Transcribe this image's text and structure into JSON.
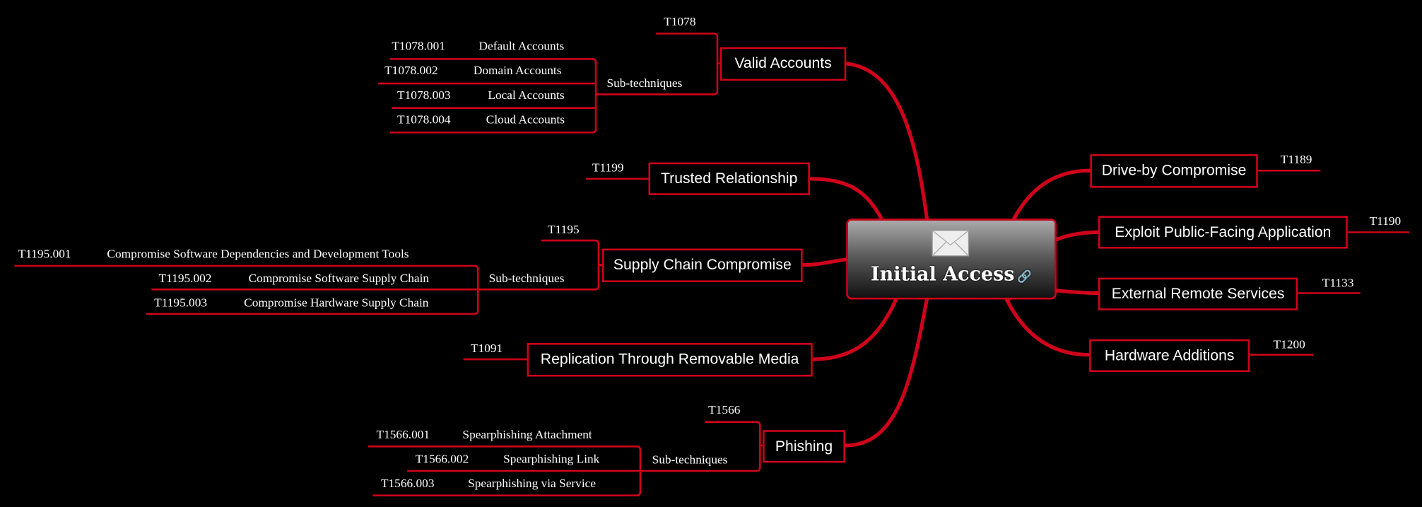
{
  "root": {
    "title": "Initial Access",
    "icon": "envelope-icon",
    "link_icon": "link-icon"
  },
  "colors": {
    "accent": "#d0021b",
    "background": "#000000"
  },
  "left": {
    "valid_accounts": {
      "label": "Valid Accounts",
      "id": "T1078",
      "sub_label": "Sub-techniques",
      "subs": [
        {
          "id": "T1078.001",
          "name": "Default Accounts"
        },
        {
          "id": "T1078.002",
          "name": "Domain Accounts"
        },
        {
          "id": "T1078.003",
          "name": "Local Accounts"
        },
        {
          "id": "T1078.004",
          "name": "Cloud Accounts"
        }
      ]
    },
    "trusted": {
      "label": "Trusted Relationship",
      "id": "T1199"
    },
    "supply": {
      "label": "Supply Chain Compromise",
      "id": "T1195",
      "sub_label": "Sub-techniques",
      "subs": [
        {
          "id": "T1195.001",
          "name": "Compromise Software Dependencies and Development Tools"
        },
        {
          "id": "T1195.002",
          "name": "Compromise Software Supply Chain"
        },
        {
          "id": "T1195.003",
          "name": "Compromise Hardware Supply Chain"
        }
      ]
    },
    "replication": {
      "label": "Replication Through Removable Media",
      "id": "T1091"
    },
    "phishing": {
      "label": "Phishing",
      "id": "T1566",
      "sub_label": "Sub-techniques",
      "subs": [
        {
          "id": "T1566.001",
          "name": "Spearphishing Attachment"
        },
        {
          "id": "T1566.002",
          "name": "Spearphishing Link"
        },
        {
          "id": "T1566.003",
          "name": "Spearphishing via Service"
        }
      ]
    }
  },
  "right": [
    {
      "label": "Drive-by Compromise",
      "id": "T1189"
    },
    {
      "label": "Exploit Public-Facing Application",
      "id": "T1190"
    },
    {
      "label": "External Remote Services",
      "id": "T1133"
    },
    {
      "label": "Hardware Additions",
      "id": "T1200"
    }
  ]
}
